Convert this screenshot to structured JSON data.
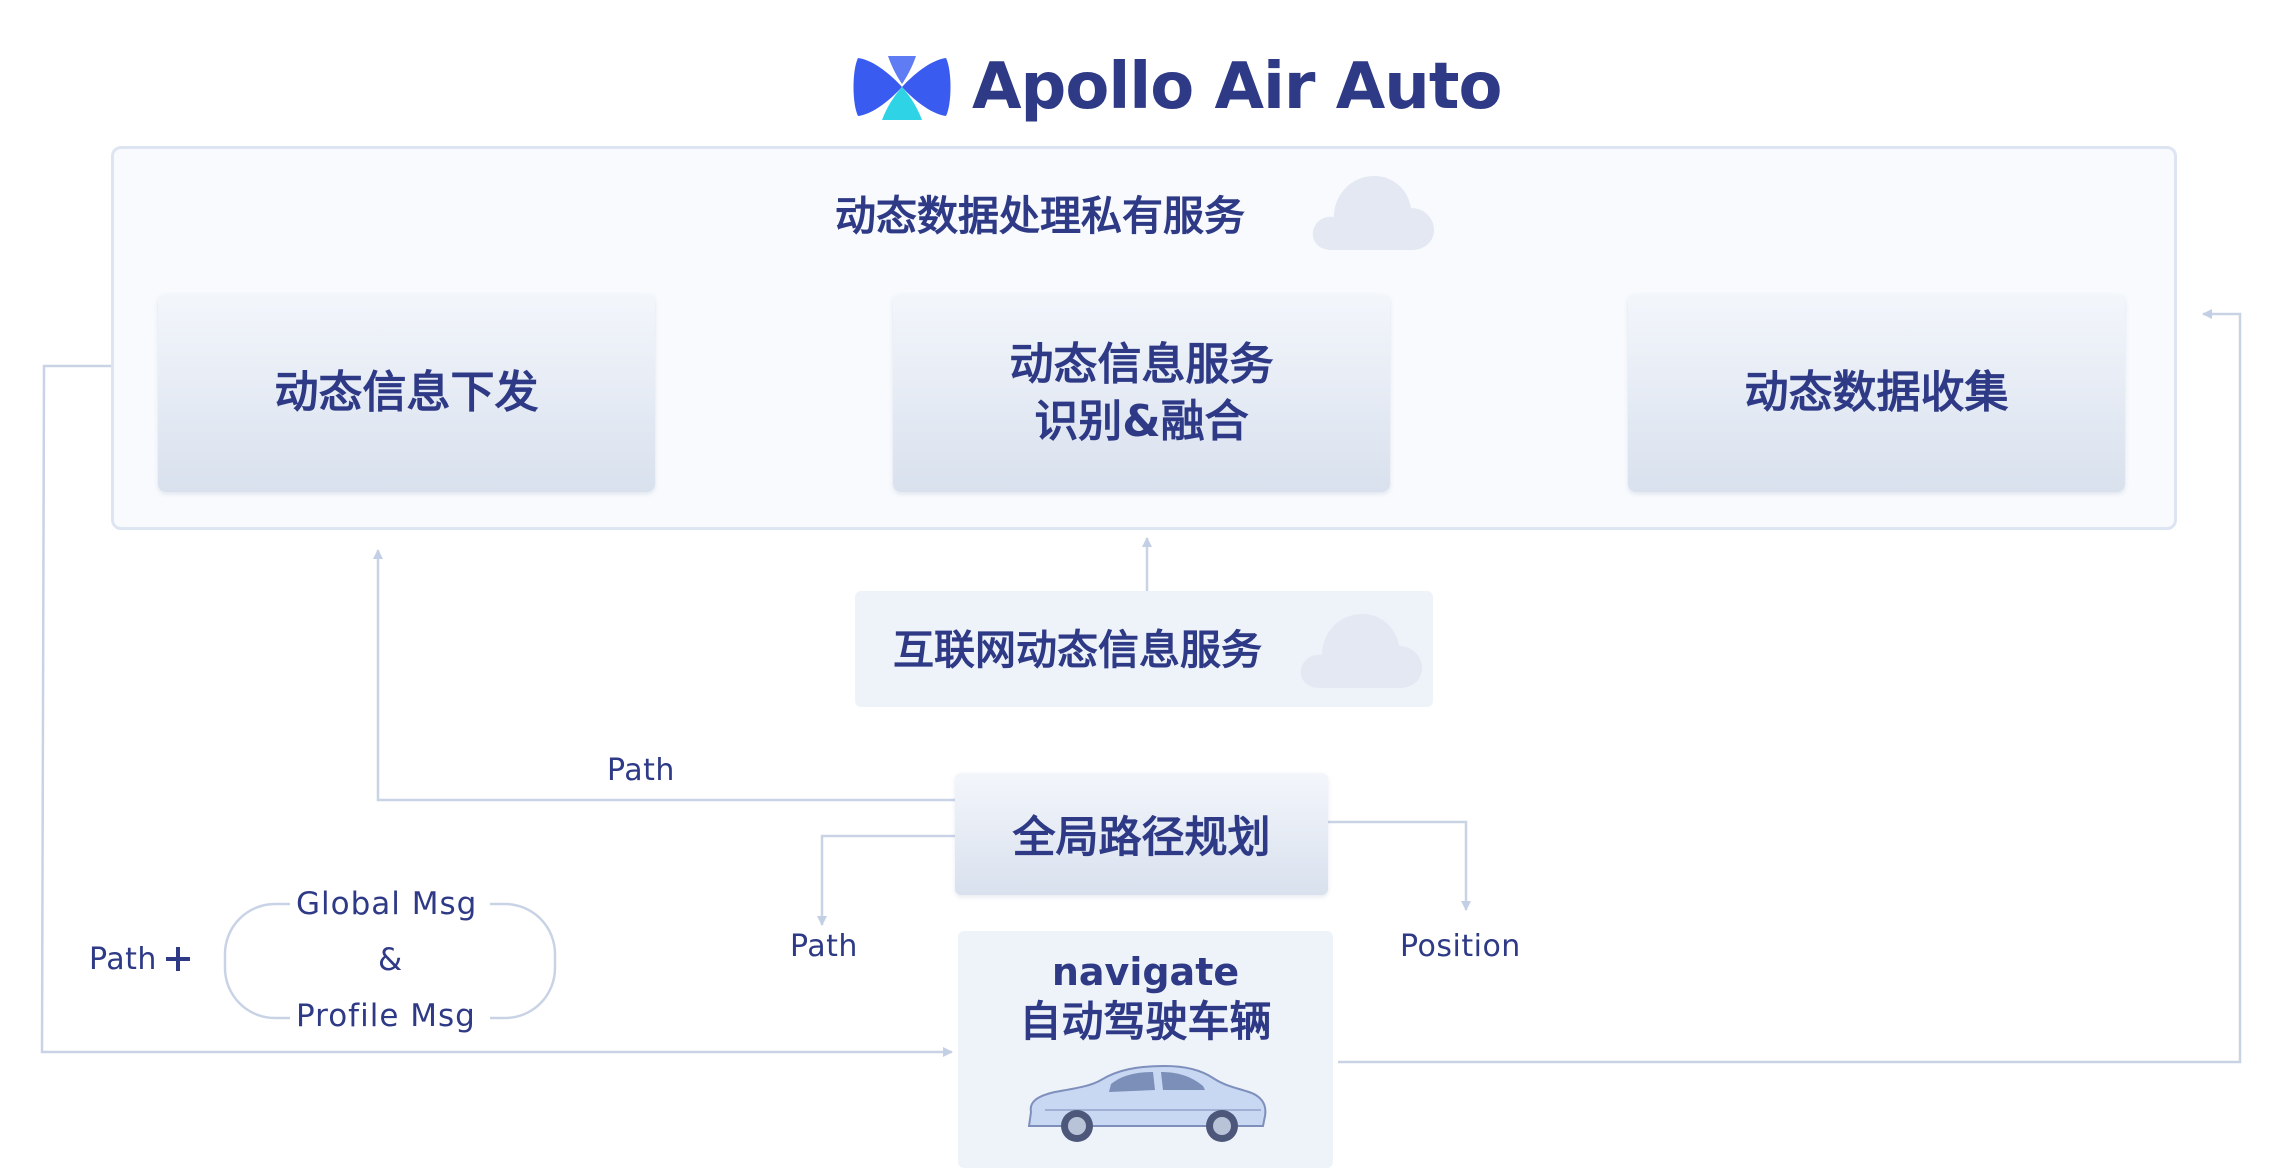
{
  "header": {
    "brand": "Apollo Air Auto"
  },
  "private_service": {
    "title": "动态数据处理私有服务",
    "boxes": {
      "release": "动态信息下发",
      "fusion_line1": "动态信息服务",
      "fusion_line2": "识别&融合",
      "collect": "动态数据收集"
    }
  },
  "internet_service": {
    "label": "互联网动态信息服务"
  },
  "planner": {
    "label": "全局路径规划"
  },
  "vehicle": {
    "title_en": "navigate",
    "title_cn": "自动驾驶车辆"
  },
  "edges": {
    "path_top": "Path",
    "path_down": "Path",
    "position": "Position",
    "path_plus": "Path",
    "global_msg": "Global Msg",
    "ampersand": "&",
    "profile_msg": "Profile Msg"
  },
  "colors": {
    "brand_text": "#2e3a86",
    "line": "#c9d3e6",
    "logo_blue": "#3a5bf0",
    "logo_cyan": "#2fd3e6",
    "cloud": "#e3e8f2"
  }
}
